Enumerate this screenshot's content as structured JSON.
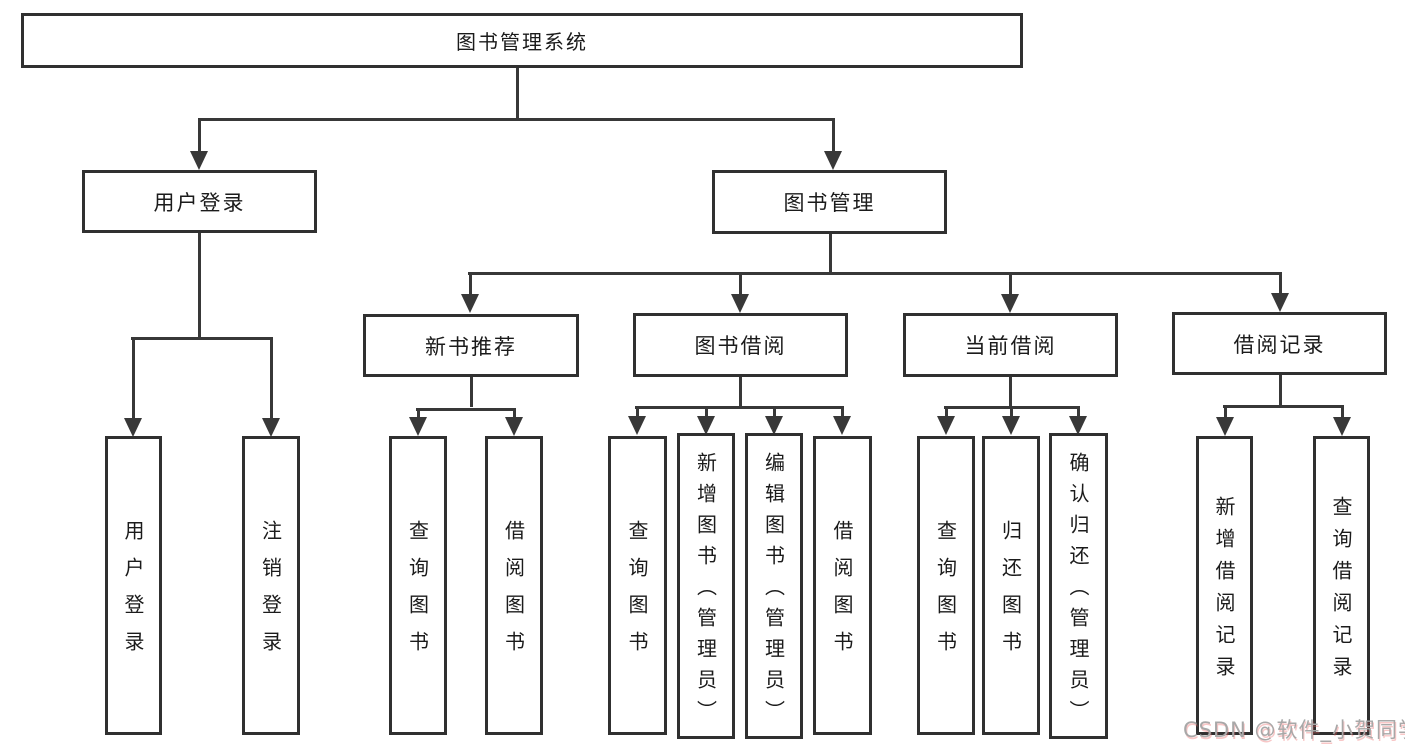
{
  "nodes": {
    "root": "图书管理系统",
    "user_login": "用户登录",
    "book_management": "图书管理",
    "new_book_recommend": "新书推荐",
    "book_borrow": "图书借阅",
    "current_borrow": "当前借阅",
    "borrow_records": "借阅记录",
    "leaf_user_login": "用户登录",
    "leaf_logout": "注销登录",
    "leaf_query_book_1": "查询图书",
    "leaf_borrow_book_1": "借阅图书",
    "leaf_query_book_2": "查询图书",
    "leaf_add_book_admin": "新增图书（管理员）",
    "leaf_edit_book_admin": "编辑图书（管理员）",
    "leaf_borrow_book_2": "借阅图书",
    "leaf_query_book_3": "查询图书",
    "leaf_return_book": "归还图书",
    "leaf_confirm_return_admin": "确认归还（管理员）",
    "leaf_add_borrow_record": "新增借阅记录",
    "leaf_query_borrow_record": "查询借阅记录"
  },
  "watermark": "CSDN @软件_小贺同学",
  "colors": {
    "background": "#ffffff",
    "box_border": "#303030",
    "connector_line": "#383838",
    "text": "#1b1b1b",
    "watermark_text": "#a8a8a8"
  }
}
